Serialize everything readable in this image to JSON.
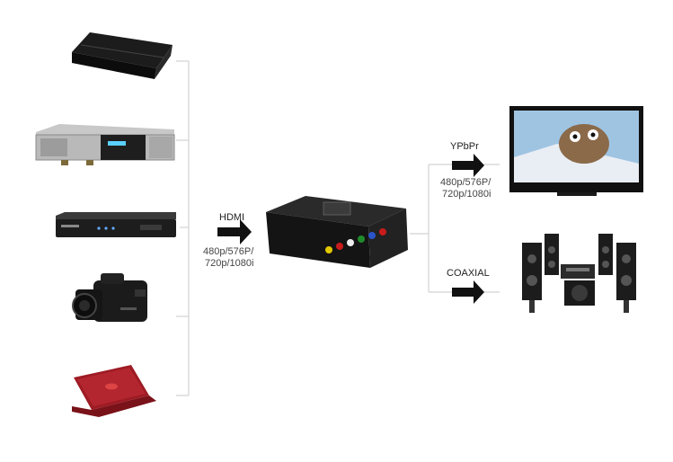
{
  "input": {
    "signal_label": "HDMI",
    "resolutions": [
      "480p/576P/",
      "720p/1080i"
    ],
    "sources": [
      {
        "name": "game-console",
        "icon": "game-console-icon"
      },
      {
        "name": "media-player",
        "icon": "media-player-icon"
      },
      {
        "name": "set-top-box",
        "icon": "set-top-box-icon"
      },
      {
        "name": "camcorder",
        "icon": "camcorder-icon"
      },
      {
        "name": "laptop",
        "icon": "laptop-icon"
      }
    ]
  },
  "converter": {
    "icon": "hdmi-converter-icon"
  },
  "outputs": {
    "ypbpr": {
      "label": "YPbPr",
      "resolutions": [
        "480p/576P/",
        "720p/1080i"
      ],
      "device_icon": "television-icon"
    },
    "coaxial": {
      "label": "COAXIAL",
      "device_icon": "home-theater-speakers-icon"
    }
  },
  "colors": {
    "line": "#d2d2d2",
    "arrow": "#111111",
    "device_dark": "#1a1a1a",
    "laptop_red": "#9e1b24",
    "tv_screen": "#9fc4e2"
  }
}
